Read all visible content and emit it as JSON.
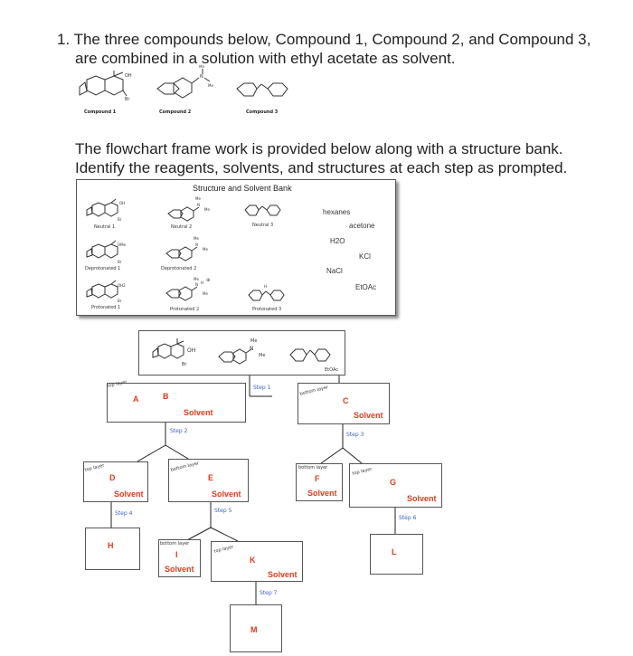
{
  "question": {
    "line1": "1. The three compounds below, Compound 1, Compound 2, and Compound 3,",
    "line2": "are combined in a solution with ethyl acetate as solvent.",
    "compound_labels": [
      "Compound 1",
      "Compound 2",
      "Compound 3"
    ],
    "structure_text": {
      "oh": "OH",
      "br": "Br",
      "me": "Me",
      "n": "N"
    },
    "instruction_line1": "The flowchart frame work is provided below along with a structure bank.",
    "instruction_line2": "Identify the reagents, solvents, and structures at each step as prompted."
  },
  "bank": {
    "title": "Structure and Solvent Bank",
    "labels": {
      "neutral1": "Neutral 1",
      "neutral2": "Neutral 2",
      "neutral3": "Neutral 3",
      "deprotonated1": "Deprotonated 1",
      "deprotonated2": "Deprotonated 2",
      "protonated1": "Protonated 1",
      "protonated2": "Protonated 2",
      "protonated3": "Protonated 3"
    },
    "structure_text": {
      "oh2": "OH2",
      "ome": "OMe",
      "h": "H",
      "plus": "⊕"
    },
    "solvents": {
      "hexanes": "hexanes",
      "acetone": "acetone",
      "water": "H2O",
      "kcl": "KCl",
      "nacl": "NaCl",
      "etoac": "EtOAc"
    }
  },
  "flow": {
    "start_solvent": "EtOAc",
    "labels": {
      "A": "A",
      "B": "B",
      "C": "C",
      "D": "D",
      "E": "E",
      "F": "F",
      "G": "G",
      "H": "H",
      "I": "I",
      "K": "K",
      "L": "L",
      "M": "M",
      "solvent": "Solvent"
    },
    "layers": {
      "top": "top layer",
      "bottom": "bottom layer"
    },
    "steps": {
      "s1": "Step 1",
      "s2": "Step 2",
      "s3": "Step 3",
      "s4": "Step 4",
      "s5": "Step 5",
      "s6": "Step 6",
      "s7": "Step 7"
    }
  }
}
